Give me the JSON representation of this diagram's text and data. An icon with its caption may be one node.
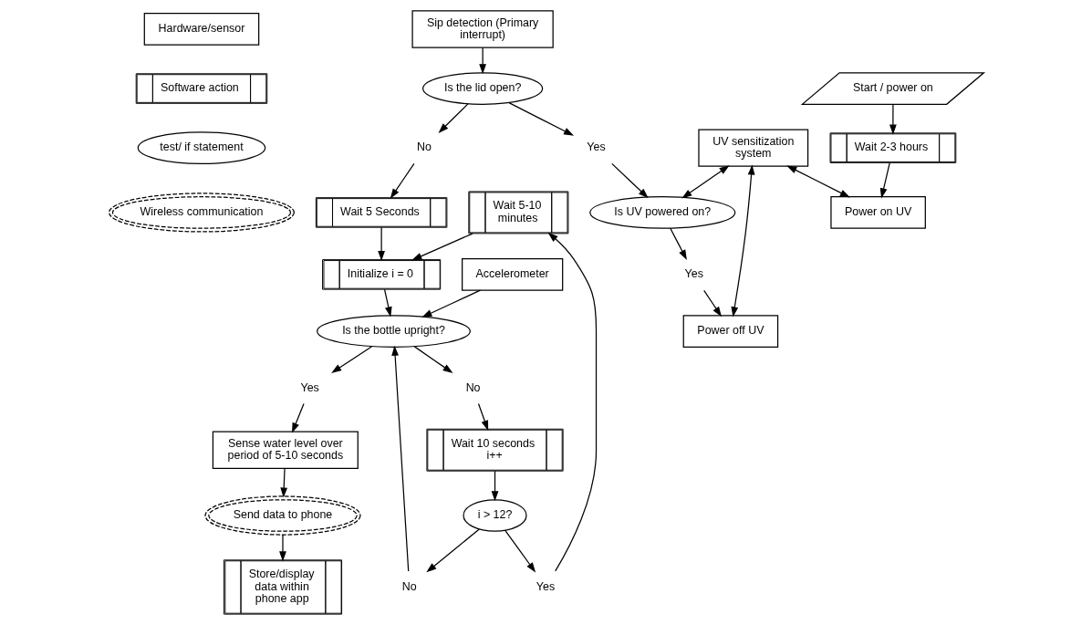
{
  "diagram": {
    "nodes": [
      {
        "text": [
          "Hardware/sensor"
        ]
      },
      {
        "text": [
          "Software action"
        ]
      },
      {
        "text": [
          "test/ if statement"
        ]
      },
      {
        "text": [
          "Wireless communication"
        ]
      },
      {
        "text": [
          "Wait 5-10 minutes"
        ]
      },
      {
        "text": [
          "Yes"
        ]
      },
      {
        "text": [
          "i > 12?"
        ]
      },
      {
        "text": [
          "Wait 10 seconds i++"
        ]
      },
      {
        "text": [
          "Sip detection (Primary interrupt)"
        ]
      },
      {
        "text": [
          "No"
        ]
      },
      {
        "text": [
          "Is the lid open?"
        ]
      },
      {
        "text": [
          "No"
        ]
      },
      {
        "text": [
          "Wait 5 Seconds"
        ]
      },
      {
        "text": [
          "Initialize i = 0"
        ]
      },
      {
        "text": [
          "Is the bottle upright?"
        ]
      },
      {
        "text": [
          "No"
        ]
      },
      {
        "text": [
          "Accelerometer"
        ]
      },
      {
        "text": [
          "Yes"
        ]
      },
      {
        "text": [
          "Is UV powered on?"
        ]
      },
      {
        "text": [
          "Yes"
        ]
      },
      {
        "text": [
          "Yes"
        ]
      },
      {
        "text": [
          "UV sensitization system"
        ]
      },
      {
        "text": [
          "Power off UV"
        ]
      },
      {
        "text": [
          "Sense water level over period of 5-10 seconds"
        ]
      },
      {
        "text": [
          "Start / power on"
        ]
      },
      {
        "text": [
          "Send data to phone"
        ]
      },
      {
        "text": [
          "Store/display data within phone app"
        ]
      },
      {
        "text": [
          "Wait 2-3 hours"
        ]
      },
      {
        "text": [
          "Power on UV"
        ]
      }
    ],
    "edges": [
      {
        "from": 8,
        "to": 10,
        "arrow": "to"
      },
      {
        "from": 10,
        "to": 11,
        "arrow": "to"
      },
      {
        "from": 11,
        "to": 12,
        "arrow": "to"
      },
      {
        "from": 12,
        "to": 13,
        "arrow": "to"
      },
      {
        "from": 13,
        "to": 14,
        "arrow": "to"
      },
      {
        "from": 14,
        "to": 15,
        "arrow": "to"
      },
      {
        "from": 15,
        "to": 7,
        "arrow": "to"
      },
      {
        "from": 7,
        "to": 6,
        "arrow": "to"
      },
      {
        "from": 6,
        "to": 5,
        "arrow": "to"
      },
      {
        "from": 5,
        "to": 4,
        "arrow": "to"
      },
      {
        "from": 4,
        "to": 13,
        "arrow": "to"
      },
      {
        "from": 6,
        "to": 9,
        "arrow": "to"
      },
      {
        "from": 9,
        "to": 14,
        "arrow": "to"
      },
      {
        "from": 16,
        "to": 14,
        "arrow": "to"
      },
      {
        "from": 14,
        "to": 20,
        "arrow": "to"
      },
      {
        "from": 20,
        "to": 23,
        "arrow": "to"
      },
      {
        "from": 23,
        "to": 25,
        "arrow": "to"
      },
      {
        "from": 25,
        "to": 26,
        "arrow": "to"
      },
      {
        "from": 10,
        "to": 17,
        "arrow": "to"
      },
      {
        "from": 17,
        "to": 18,
        "arrow": "to"
      },
      {
        "from": 18,
        "to": 19,
        "arrow": "to"
      },
      {
        "from": 19,
        "to": 22,
        "arrow": "to"
      },
      {
        "from": 21,
        "to": 18,
        "arrow": "both"
      },
      {
        "from": 21,
        "to": 22,
        "arrow": "both"
      },
      {
        "from": 21,
        "to": 28,
        "arrow": "both"
      },
      {
        "from": 24,
        "to": 27,
        "arrow": "to"
      },
      {
        "from": 27,
        "to": 28,
        "arrow": "to"
      }
    ]
  }
}
